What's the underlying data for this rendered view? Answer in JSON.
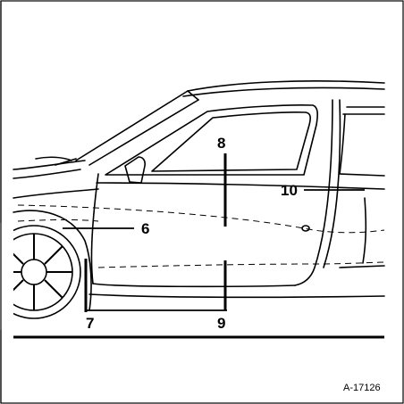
{
  "figure": {
    "subject": "car-side-door-illustration",
    "reference_code": "A-17126",
    "callouts": [
      "6",
      "7",
      "8",
      "9",
      "10"
    ],
    "colors": {
      "line": "#000000",
      "background": "#ffffff"
    }
  }
}
